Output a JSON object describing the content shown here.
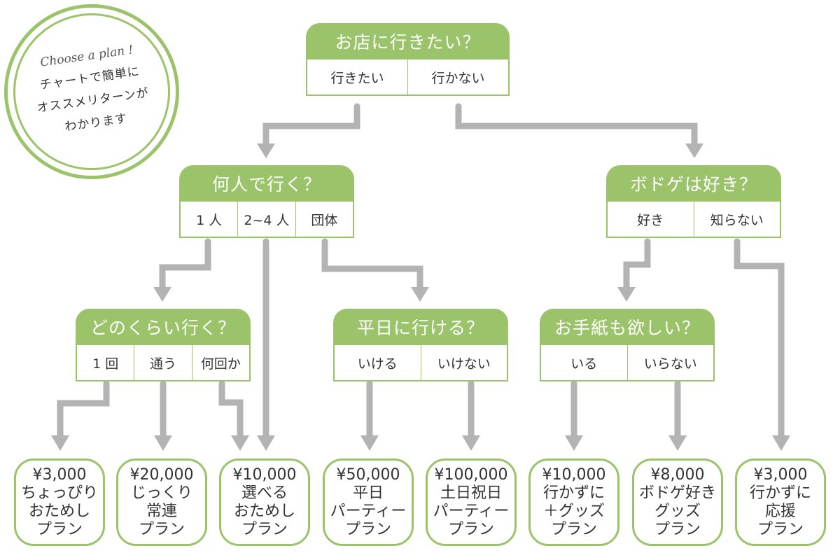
{
  "badge": {
    "script": "Choose a plan !",
    "lines": [
      "チャートで簡単に",
      "オススメリターンが",
      "わかります"
    ]
  },
  "colors": {
    "accent": "#9bc46a",
    "arrow": "#b3b3b3",
    "text": "#333333"
  },
  "questions": {
    "q1": {
      "title": "お店に行きたい？",
      "options": [
        "行きたい",
        "行かない"
      ]
    },
    "q2": {
      "title": "何人で行く？",
      "options": [
        "1 人",
        "2~4 人",
        "団体"
      ]
    },
    "q3": {
      "title": "ボドゲは好き？",
      "options": [
        "好き",
        "知らない"
      ]
    },
    "q4": {
      "title": "どのくらい行く？",
      "options": [
        "1 回",
        "通う",
        "何回か"
      ]
    },
    "q5": {
      "title": "平日に行ける？",
      "options": [
        "いける",
        "いけない"
      ]
    },
    "q6": {
      "title": "お手紙も欲しい？",
      "options": [
        "いる",
        "いらない"
      ]
    }
  },
  "plans": [
    {
      "price": "¥3,000",
      "lines": [
        "ちょっぴり",
        "おためし",
        "プラン"
      ]
    },
    {
      "price": "¥20,000",
      "lines": [
        "じっくり",
        "常連",
        "プラン"
      ]
    },
    {
      "price": "¥10,000",
      "lines": [
        "選べる",
        "おためし",
        "プラン"
      ]
    },
    {
      "price": "¥50,000",
      "lines": [
        "平日",
        "パーティー",
        "プラン"
      ]
    },
    {
      "price": "¥100,000",
      "lines": [
        "土日祝日",
        "パーティー",
        "プラン"
      ]
    },
    {
      "price": "¥10,000",
      "lines": [
        "行かずに",
        "＋グッズ",
        "プラン"
      ]
    },
    {
      "price": "¥8,000",
      "lines": [
        "ボドゲ好き",
        "グッズ",
        "プラン"
      ]
    },
    {
      "price": "¥3,000",
      "lines": [
        "行かずに",
        "応援",
        "プラン"
      ]
    }
  ],
  "flows": [
    {
      "from": "q1.行きたい",
      "to": "q2"
    },
    {
      "from": "q1.行かない",
      "to": "q3"
    },
    {
      "from": "q2.1 人",
      "to": "q4"
    },
    {
      "from": "q2.2~4 人",
      "to": "plans.2"
    },
    {
      "from": "q2.団体",
      "to": "q5"
    },
    {
      "from": "q3.好き",
      "to": "q6"
    },
    {
      "from": "q3.知らない",
      "to": "plans.7"
    },
    {
      "from": "q4.1 回",
      "to": "plans.0"
    },
    {
      "from": "q4.通う",
      "to": "plans.1"
    },
    {
      "from": "q4.何回か",
      "to": "plans.2"
    },
    {
      "from": "q5.いける",
      "to": "plans.3"
    },
    {
      "from": "q5.いけない",
      "to": "plans.4"
    },
    {
      "from": "q6.いる",
      "to": "plans.5"
    },
    {
      "from": "q6.いらない",
      "to": "plans.6"
    }
  ]
}
